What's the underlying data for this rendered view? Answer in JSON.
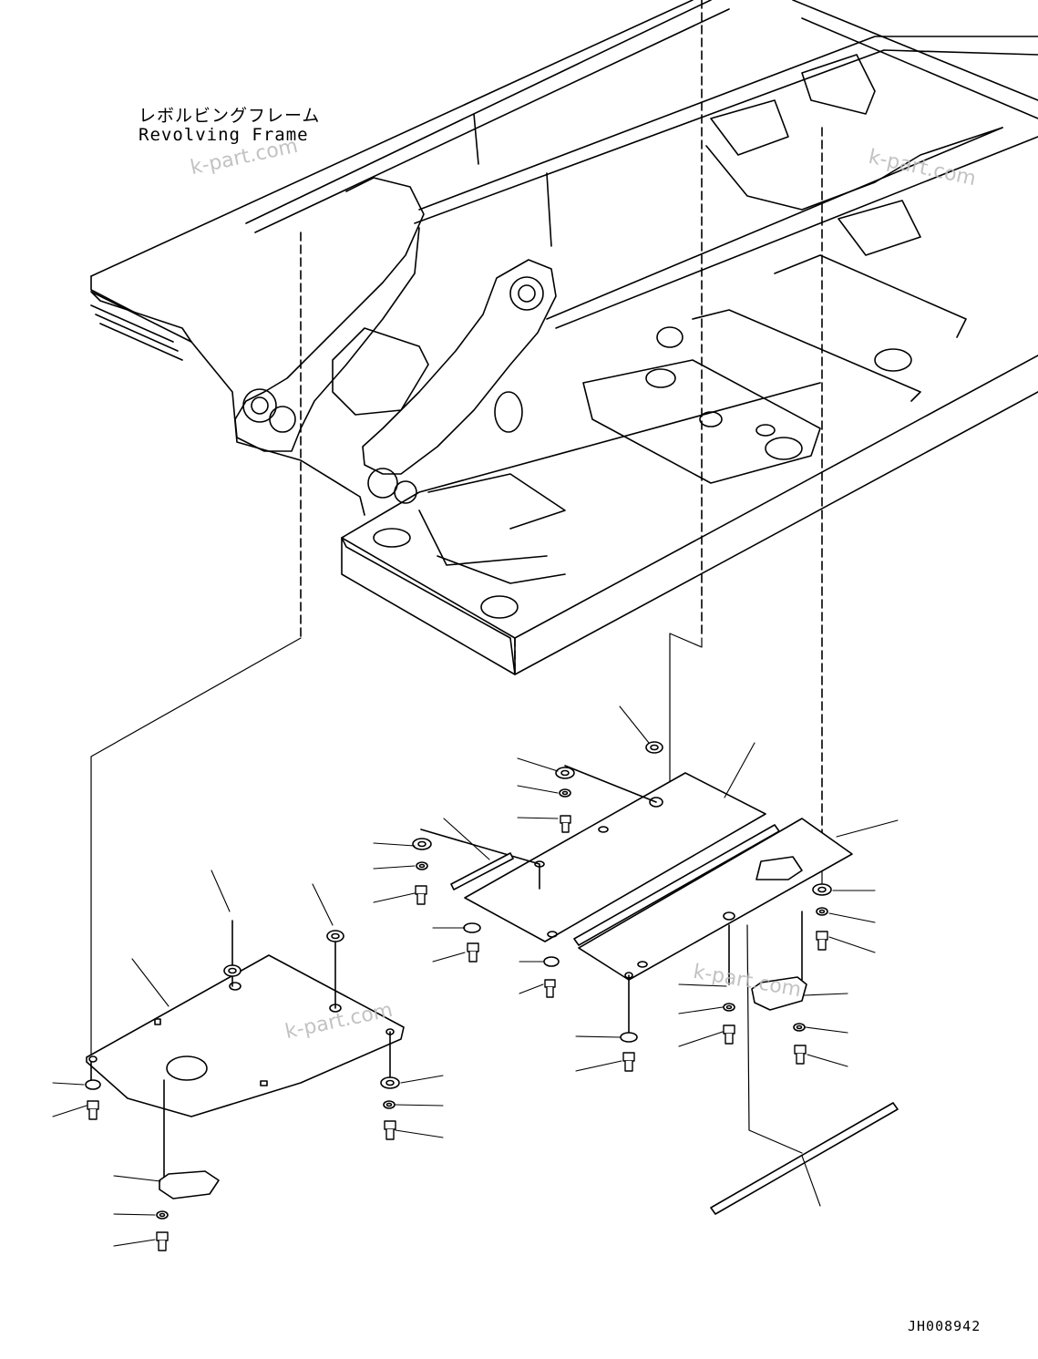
{
  "title_jp": "レボルビングフレーム",
  "title_en": "Revolving Frame",
  "watermark": "k-part.com",
  "drawing_id": "JH008942"
}
